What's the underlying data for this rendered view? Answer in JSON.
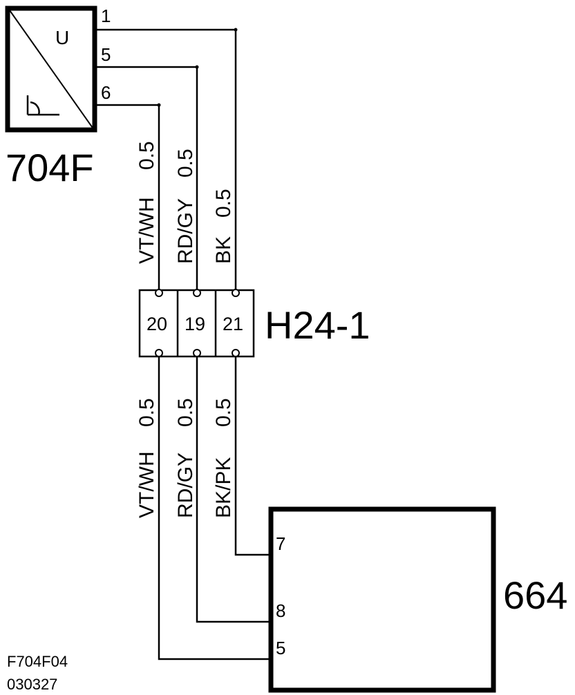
{
  "component_704F": {
    "label": "704F",
    "inner_symbol": "U",
    "pins": [
      "1",
      "5",
      "6"
    ]
  },
  "connector": {
    "label": "H24-1",
    "cavities": [
      "20",
      "19",
      "21"
    ]
  },
  "component_664": {
    "label": "664",
    "pins": [
      "7",
      "8",
      "5"
    ]
  },
  "wires_upper": [
    {
      "color": "VT/WH",
      "size": "0.5"
    },
    {
      "color": "RD/GY",
      "size": "0.5"
    },
    {
      "color": "BK",
      "size": "0.5"
    }
  ],
  "wires_lower": [
    {
      "color": "VT/WH",
      "size": "0.5"
    },
    {
      "color": "RD/GY",
      "size": "0.5"
    },
    {
      "color": "BK/PK",
      "size": "0.5"
    }
  ],
  "footer": {
    "figure_id": "F704F04",
    "date_code": "030327"
  }
}
